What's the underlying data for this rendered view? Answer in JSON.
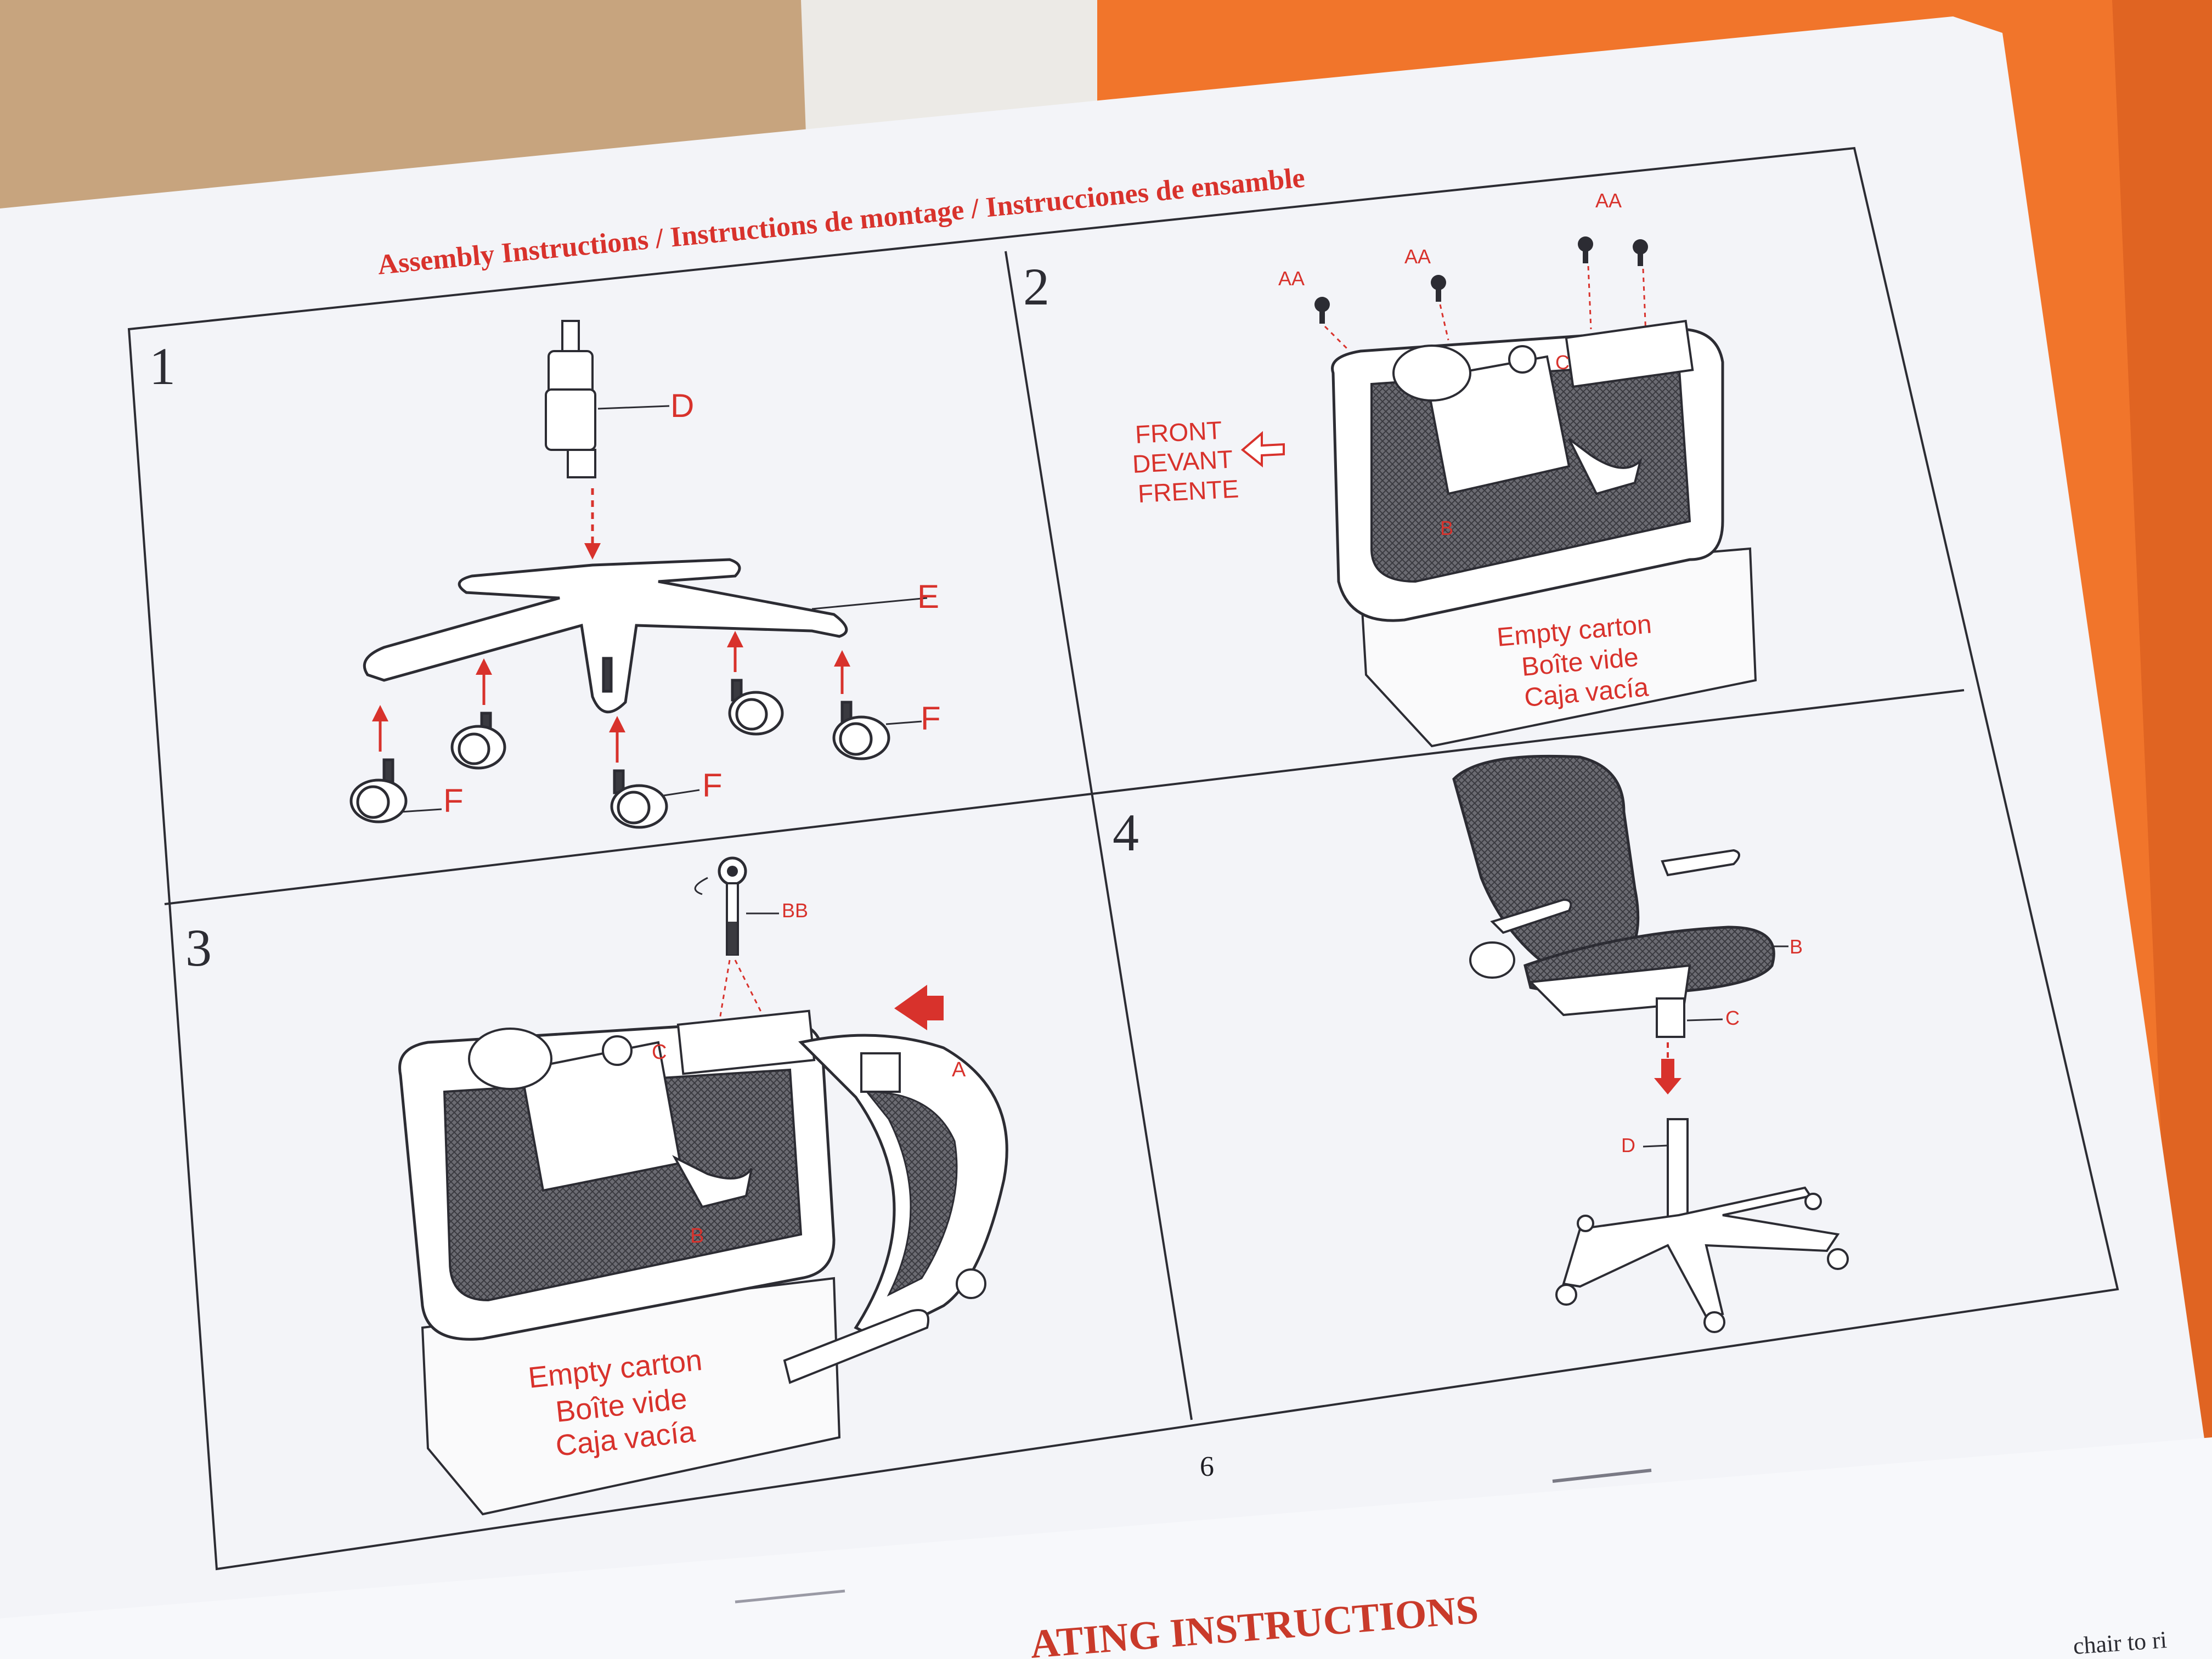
{
  "page": {
    "title": "Assembly Instructions / Instructions de montage / Instrucciones de ensamble",
    "page_number": "6",
    "next_heading_fragment": "ATING INSTRUCTIONS",
    "edge_text_fragment": "chair to ri"
  },
  "steps": [
    {
      "number": "1",
      "labels": {
        "cylinder": "D",
        "base": "E",
        "caster_left": "F",
        "caster_center": "F",
        "caster_right": "F"
      }
    },
    {
      "number": "2",
      "labels": {
        "screw_1": "AA",
        "screw_2": "AA",
        "screw_3": "AA",
        "mechanism": "C",
        "seat": "B"
      },
      "direction": {
        "en": "FRONT",
        "fr": "DEVANT",
        "es": "FRENTE"
      },
      "carton": {
        "en": "Empty carton",
        "fr": "Boîte vide",
        "es": "Caja vacía"
      }
    },
    {
      "number": "3",
      "labels": {
        "bolt": "BB",
        "mechanism": "C",
        "backrest": "A",
        "seat": "B"
      },
      "carton": {
        "en": "Empty carton",
        "fr": "Boîte vide",
        "es": "Caja vacía"
      }
    },
    {
      "number": "4",
      "labels": {
        "seat": "B",
        "mechanism": "C",
        "cylinder": "D"
      }
    }
  ],
  "colors": {
    "accent_red": "#d8322c",
    "paper": "#f3f4f8",
    "outline": "#2c2c33",
    "orange_background": "#f1752b",
    "cardboard": "#c7a47e"
  }
}
